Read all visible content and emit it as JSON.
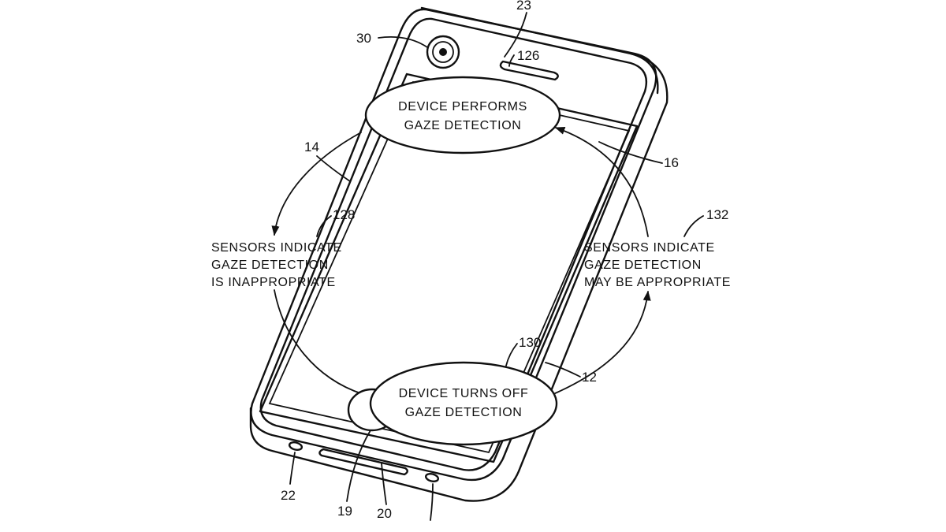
{
  "bubbles": {
    "top": {
      "line1": "DEVICE PERFORMS",
      "line2": "GAZE DETECTION"
    },
    "bottom": {
      "line1": "DEVICE TURNS OFF",
      "line2": "GAZE DETECTION"
    }
  },
  "sensor_notes": {
    "left": {
      "line1": "SENSORS INDICATE",
      "line2": "GAZE DETECTION",
      "line3": "IS INAPPROPRIATE"
    },
    "right": {
      "line1": "SENSORS INDICATE",
      "line2": "GAZE DETECTION",
      "line3": "MAY BE APPROPRIATE"
    }
  },
  "refs": {
    "r23": "23",
    "r30": "30",
    "r126": "126",
    "r14": "14",
    "r16": "16",
    "r128": "128",
    "r132": "132",
    "r130": "130",
    "r12": "12",
    "r22": "22",
    "r19": "19",
    "r20": "20"
  }
}
